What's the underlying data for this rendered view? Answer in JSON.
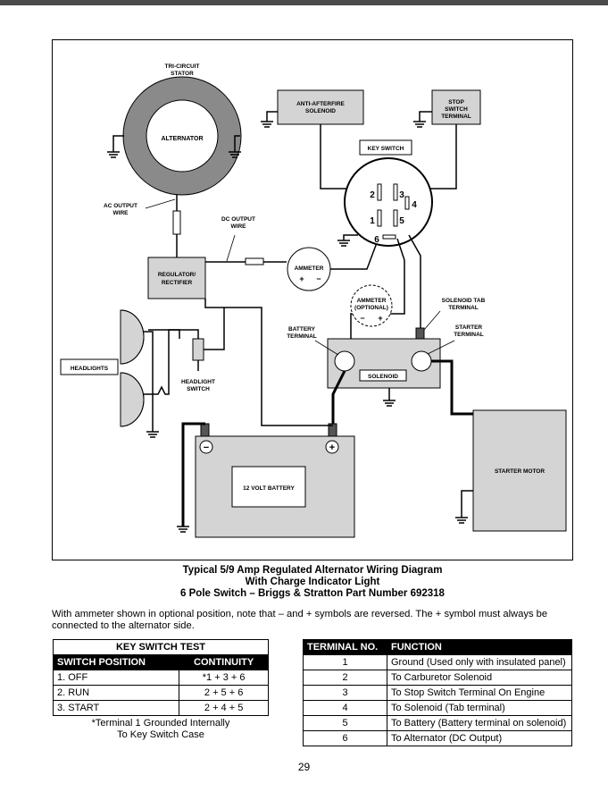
{
  "diagram": {
    "labels": {
      "stator": [
        "TRI-CIRCUIT",
        "STATOR"
      ],
      "alternator": "ALTERNATOR",
      "ac_output_wire": [
        "AC OUTPUT",
        "WIRE"
      ],
      "dc_output_wire": [
        "DC OUTPUT",
        "WIRE"
      ],
      "regulator": [
        "REGULATOR/",
        "RECTIFIER"
      ],
      "ammeter": "AMMETER",
      "ammeter_optional": [
        "AMMETER",
        "(OPTIONAL)"
      ],
      "anti_afterfire": [
        "ANTI-AFTERFIRE",
        "SOLENOID"
      ],
      "stop_switch": [
        "STOP",
        "SWITCH",
        "TERMINAL"
      ],
      "key_switch": "KEY SWITCH",
      "solenoid_tab": [
        "SOLENOID TAB",
        "TERMINAL"
      ],
      "starter_terminal": [
        "STARTER",
        "TERMINAL"
      ],
      "battery_terminal": [
        "BATTERY",
        "TERMINAL"
      ],
      "solenoid": "SOLENOID",
      "headlights": "HEADLIGHTS",
      "headlight_switch": [
        "HEADLIGHT",
        "SWITCH"
      ],
      "battery": "12 VOLT BATTERY",
      "starter_motor": "STARTER MOTOR",
      "plus": "+",
      "minus": "−",
      "pin_numbers": [
        "1",
        "2",
        "3",
        "4",
        "5",
        "6"
      ]
    }
  },
  "caption": {
    "line1": "Typical 5/9 Amp Regulated Alternator Wiring Diagram",
    "line2": "With Charge Indicator Light",
    "line3": "6 Pole Switch – Briggs & Stratton Part Number 692318"
  },
  "note": "With ammeter shown in optional position, note that – and + symbols are reversed. The + symbol must always be connected to the alternator side.",
  "key_switch_test": {
    "title": "KEY SWITCH TEST",
    "headers": [
      "SWITCH POSITION",
      "CONTINUITY"
    ],
    "rows": [
      [
        "1. OFF",
        "*1 + 3 + 6"
      ],
      [
        "2. RUN",
        "2 + 5 + 6"
      ],
      [
        "3. START",
        "2 + 4 + 5"
      ]
    ],
    "footnote": [
      "*Terminal 1 Grounded Internally",
      "To Key Switch Case"
    ]
  },
  "terminal_table": {
    "headers": [
      "TERMINAL NO.",
      "FUNCTION"
    ],
    "rows": [
      [
        "1",
        "Ground (Used only with insulated panel)"
      ],
      [
        "2",
        "To Carburetor Solenoid"
      ],
      [
        "3",
        "To Stop Switch Terminal On Engine"
      ],
      [
        "4",
        "To Solenoid (Tab terminal)"
      ],
      [
        "5",
        "To Battery (Battery terminal on solenoid)"
      ],
      [
        "6",
        "To Alternator (DC Output)"
      ]
    ]
  },
  "page_number": "29"
}
